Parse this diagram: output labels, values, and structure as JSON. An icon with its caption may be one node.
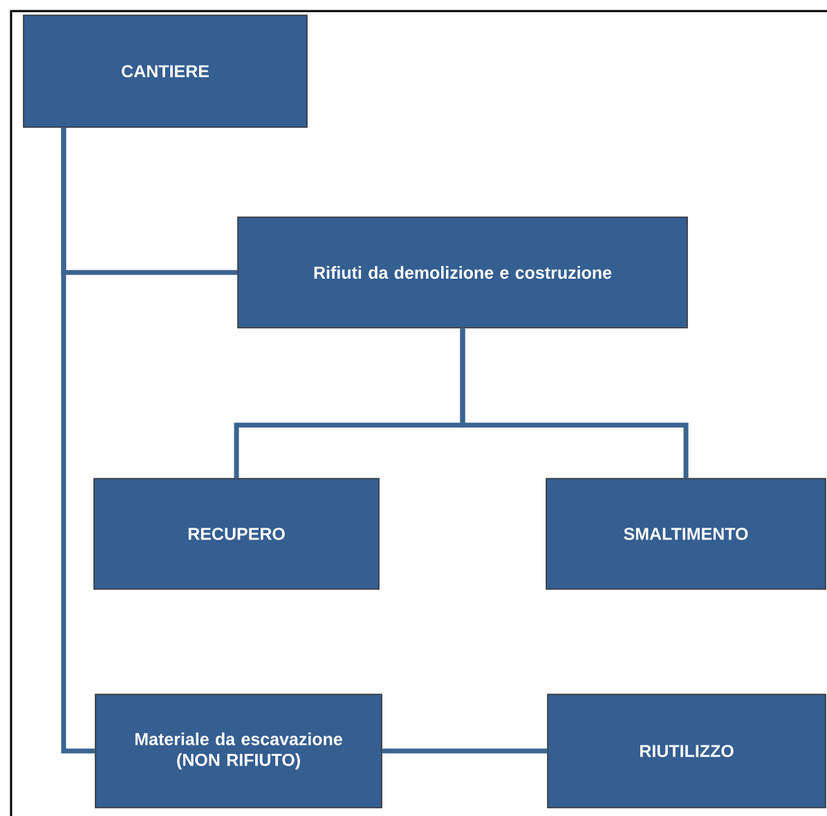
{
  "diagram": {
    "nodes": [
      {
        "text": [
          "CANTIERE"
        ]
      },
      {
        "text": [
          "Rifiuti da demolizione e costruzione"
        ]
      },
      {
        "text": [
          "RECUPERO"
        ]
      },
      {
        "text": [
          "SMALTIMENTO"
        ]
      },
      {
        "text": [
          "Materiale da escavazione (NON RIFIUTO)"
        ]
      },
      {
        "text": [
          "RIUTILIZZO"
        ]
      }
    ],
    "edges": [
      {
        "from": 0,
        "to": 1,
        "arrow": "none"
      },
      {
        "from": 0,
        "to": 4,
        "arrow": "none"
      },
      {
        "from": 1,
        "to": 2,
        "arrow": "none"
      },
      {
        "from": 1,
        "to": 3,
        "arrow": "none"
      },
      {
        "from": 4,
        "to": 5,
        "arrow": "none"
      }
    ]
  }
}
